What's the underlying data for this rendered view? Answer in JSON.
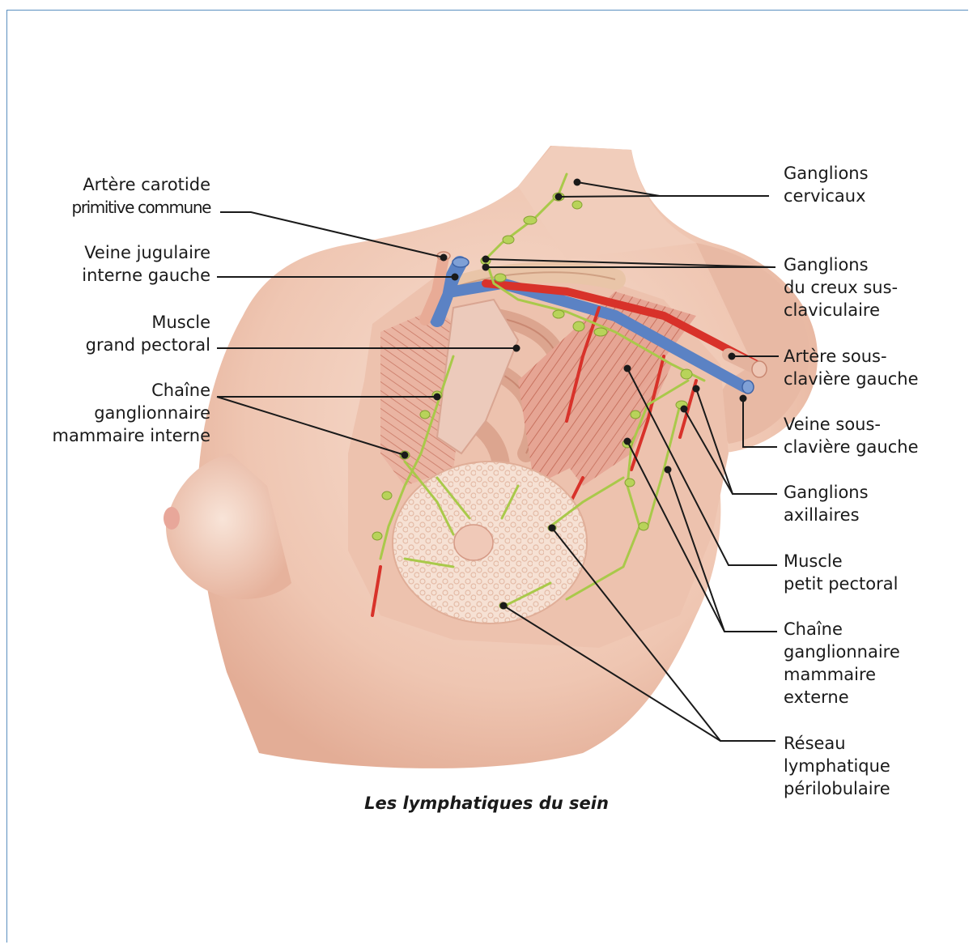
{
  "caption": "Les lymphatiques du sein",
  "labels_left": {
    "carotide_1": "Artère carotide",
    "carotide_2": "primitive commune",
    "jugulaire": "Veine jugulaire\ninterne gauche",
    "grand_pectoral": "Muscle\ngrand pectoral",
    "chaine_interne": "Chaîne\nganglionnaire\nmammaire interne"
  },
  "labels_right": {
    "cervicaux": "Ganglions\ncervicaux",
    "sus_claviculaire": "Ganglions\ndu creux sus-\nclaviculaire",
    "artere_sous_claviere": "Artère sous-\nclavière gauche",
    "veine_sous_claviere": "Veine sous-\nclavière gauche",
    "axillaires": "Ganglions\naxillaires",
    "petit_pectoral": "Muscle\npetit pectoral",
    "chaine_externe": "Chaîne\nganglionnaire\nmammaire\nexterne",
    "reseau": "Réseau\nlymphatique\npérilobulaire"
  },
  "colors": {
    "skin": "#f3d2c2",
    "skin_shadow": "#e2ab94",
    "muscle": "#e39a88",
    "artery": "#d8322a",
    "vein": "#5b82c4",
    "lymph": "#a9c94a",
    "gland": "#f6e2d4",
    "frame": "#5a8fbf"
  }
}
